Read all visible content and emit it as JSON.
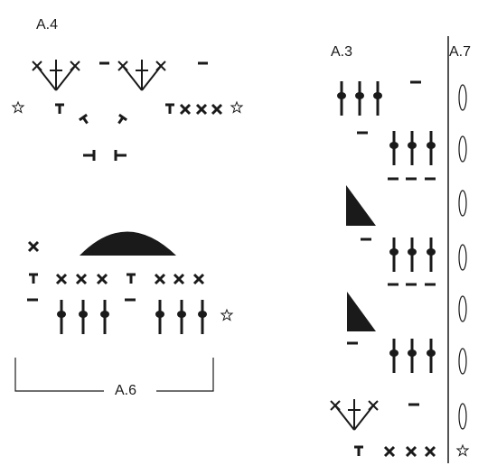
{
  "labels": {
    "a4": "A.4",
    "a3": "A.3",
    "a7": "A.7",
    "a6": "A.6"
  },
  "glyph_names": {
    "dc": "double-crochet-symbol",
    "tr": "treble-crochet-cluster",
    "fan": "fan-symbol",
    "sc": "single-crochet-x",
    "ch": "chain-dash",
    "hdc": "half-double-crochet-t",
    "star": "star-marker",
    "oval": "chain-loop-oval",
    "arc": "picot-arc",
    "triangle": "triangle-marker"
  }
}
